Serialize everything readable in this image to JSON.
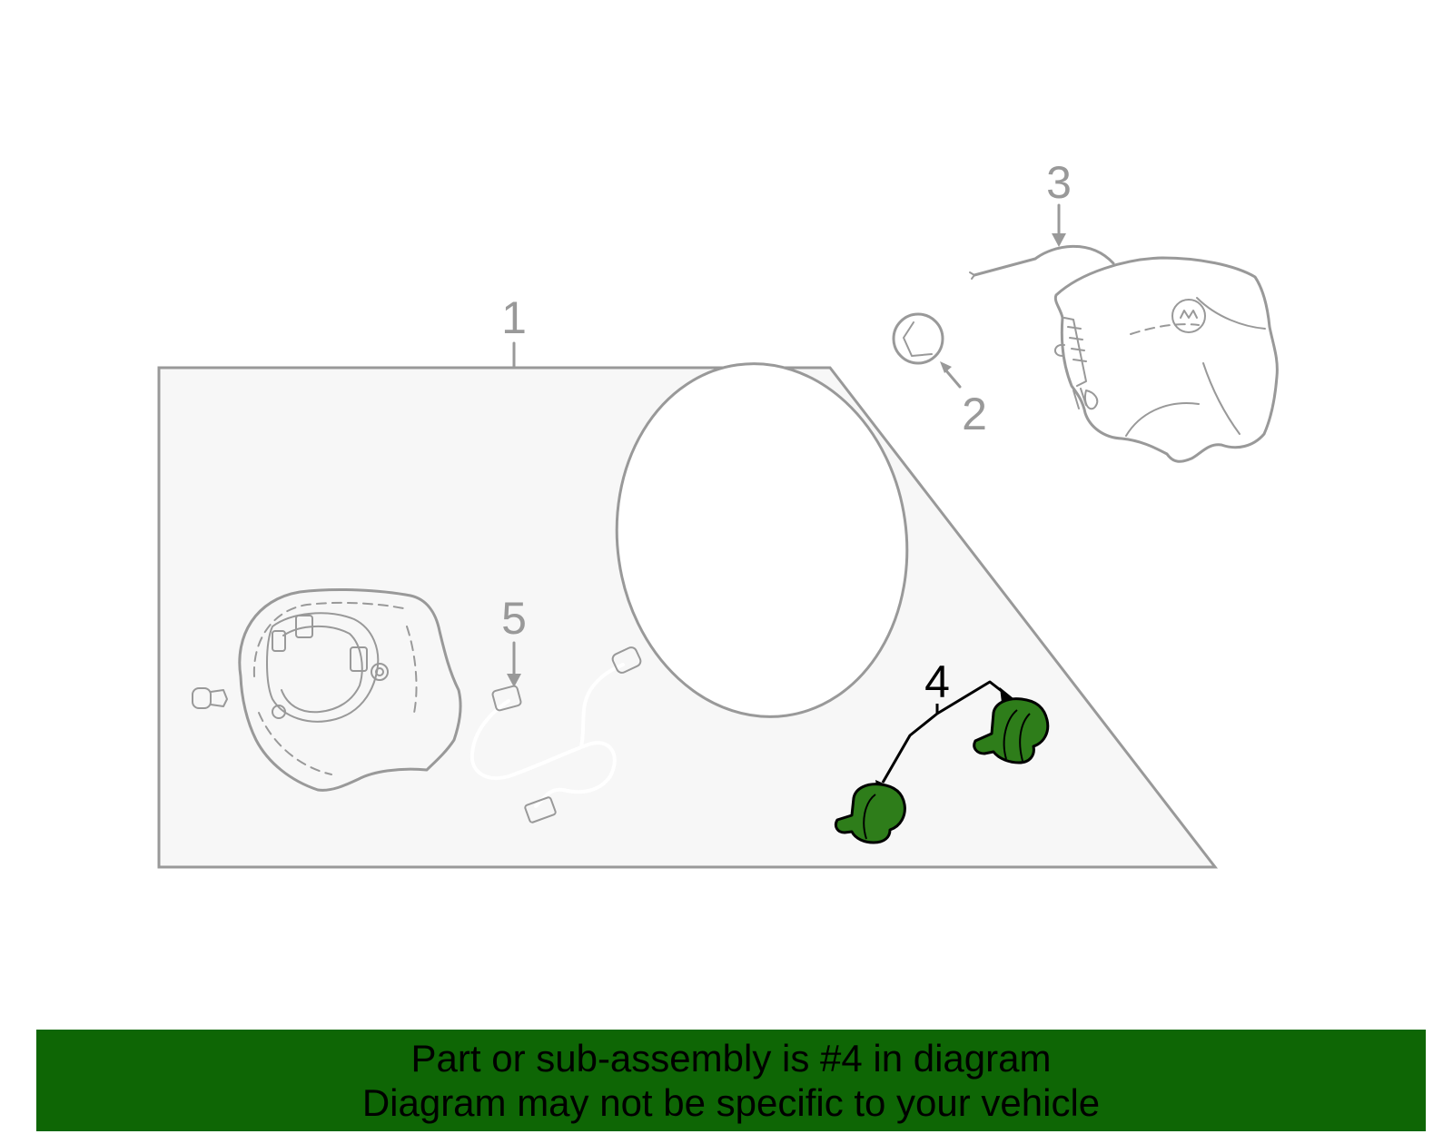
{
  "colors": {
    "highlight": "#0e6605",
    "part_fill": "#2e7d1a",
    "outline": "#999999",
    "panel_fill": "#f7f7f7"
  },
  "callouts": {
    "c1": "1",
    "c2": "2",
    "c3": "3",
    "c4": "4",
    "c5": "5"
  },
  "banner": {
    "line1": "Part or sub-assembly is #4 in diagram",
    "line2": "Diagram may not be specific to your vehicle"
  }
}
